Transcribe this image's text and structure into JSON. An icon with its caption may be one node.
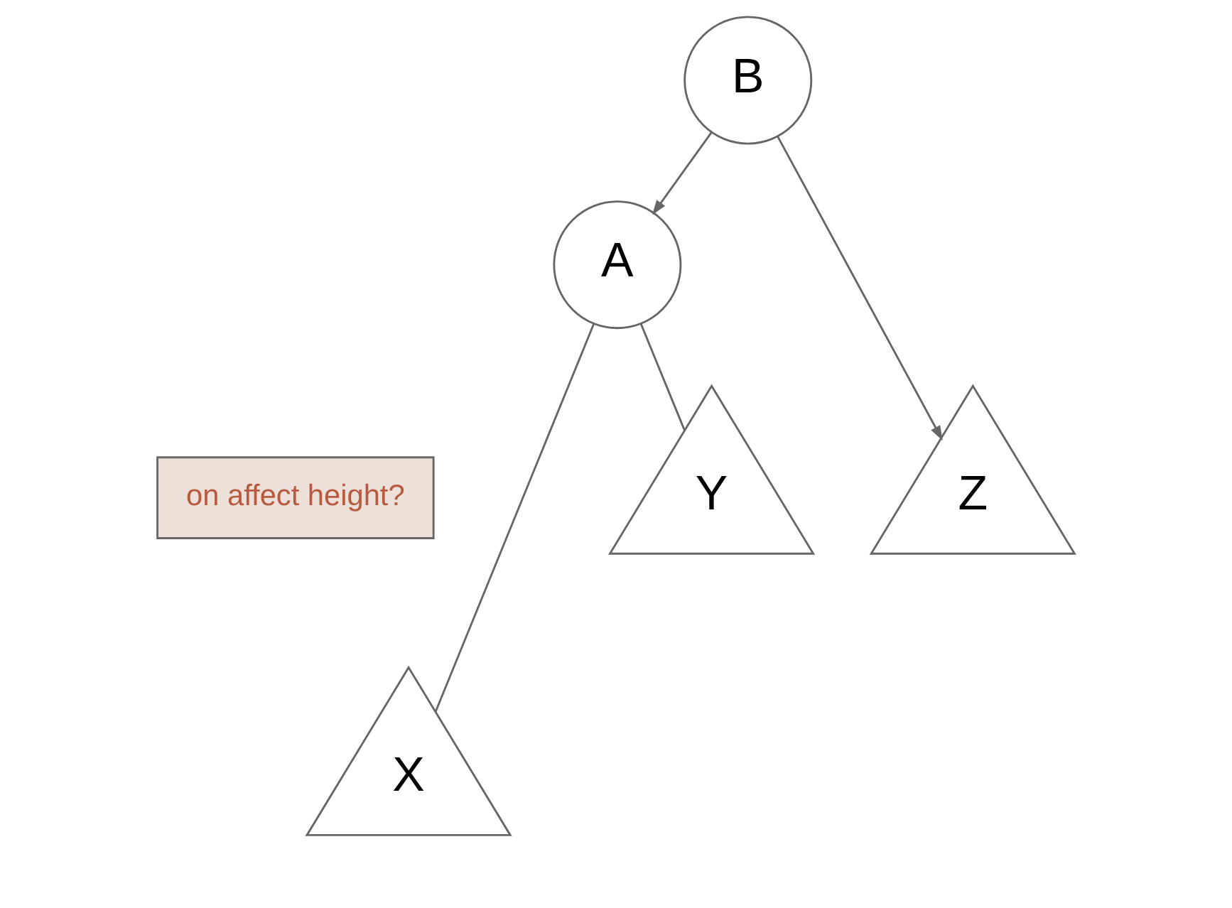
{
  "diagram": {
    "nodes": [
      {
        "text": [
          "B"
        ]
      },
      {
        "text": [
          "A"
        ]
      },
      {
        "text": [
          "on affect height?"
        ]
      },
      {
        "text": [
          "X"
        ]
      },
      {
        "text": [
          "Y"
        ]
      },
      {
        "text": [
          "Z"
        ]
      }
    ],
    "edges": [
      {
        "from": 0,
        "to": 1,
        "arrow": "to"
      },
      {
        "from": 0,
        "to": 5,
        "arrow": "to"
      },
      {
        "from": 1,
        "to": 3,
        "arrow": "none"
      },
      {
        "from": 1,
        "to": 4,
        "arrow": "none"
      }
    ]
  }
}
